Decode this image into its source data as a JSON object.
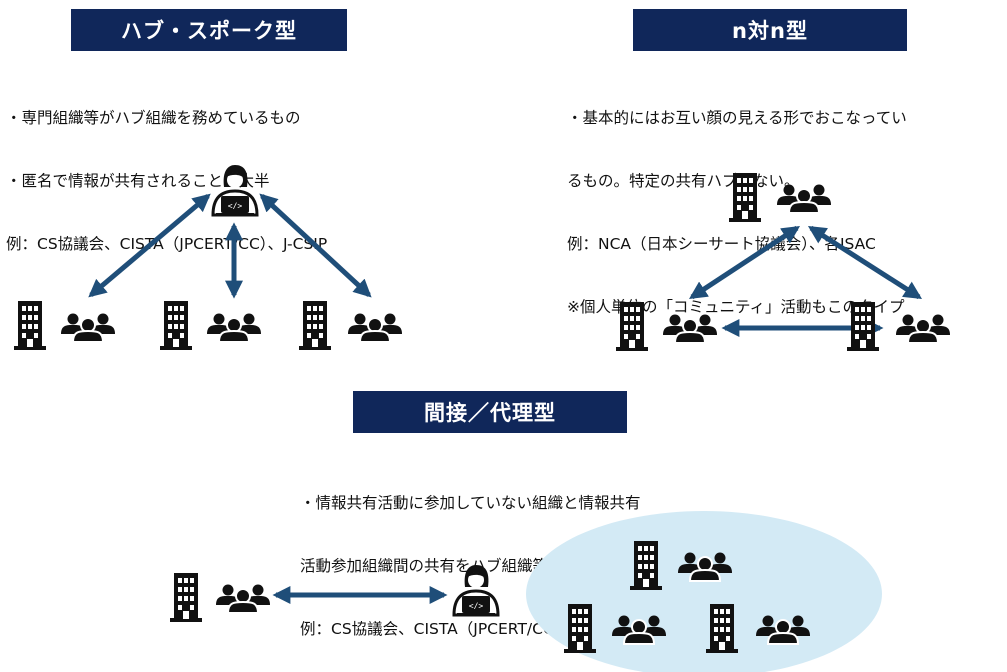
{
  "colors": {
    "title_bg": "#10275a",
    "title_text": "#ffffff",
    "arrow": "#1f4e79",
    "icon": "#111111",
    "cloud_fill": "#d3eaf5"
  },
  "icons": [
    "building-icon",
    "people-icon",
    "person-laptop-icon"
  ],
  "hub_spoke": {
    "title": "ハブ・スポーク型",
    "lines": [
      "・専門組織等がハブ組織を務めているもの",
      "・匿名で情報が共有されることが大半",
      "例：CS協議会、CISTA（JPCERT/CC）、J-CSIP"
    ]
  },
  "n_to_n": {
    "title": "n対n型",
    "lines": [
      "・基本的にはお互い顔の見える形でおこなってい",
      "るもの。特定の共有ハブはない。",
      "例：NCA（日本シーサート協議会）、各ISAC",
      "※個人単位の「コミュニティ」活動もこのタイプ"
    ]
  },
  "indirect": {
    "title": "間接／代理型",
    "lines": [
      "・情報共有活動に参加していない組織と情報共有",
      "活動参加組織間の共有をハブ組織等が担うもの",
      "例：CS協議会、CISTA（JPCERT/CC）"
    ]
  }
}
